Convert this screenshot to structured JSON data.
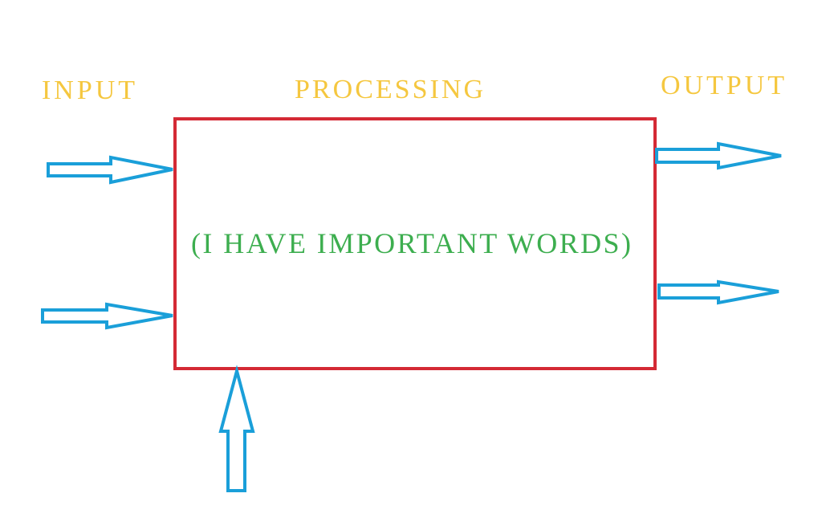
{
  "labels": {
    "input": "INPUT",
    "processing": "PROCESSING",
    "output": "OUTPUT"
  },
  "box_text": "(I HAVE IMPORTANT WORDS)",
  "colors": {
    "label": "#F5C73F",
    "box_border": "#D42A35",
    "arrow": "#1A9FD9",
    "box_text": "#3DAE4F"
  }
}
